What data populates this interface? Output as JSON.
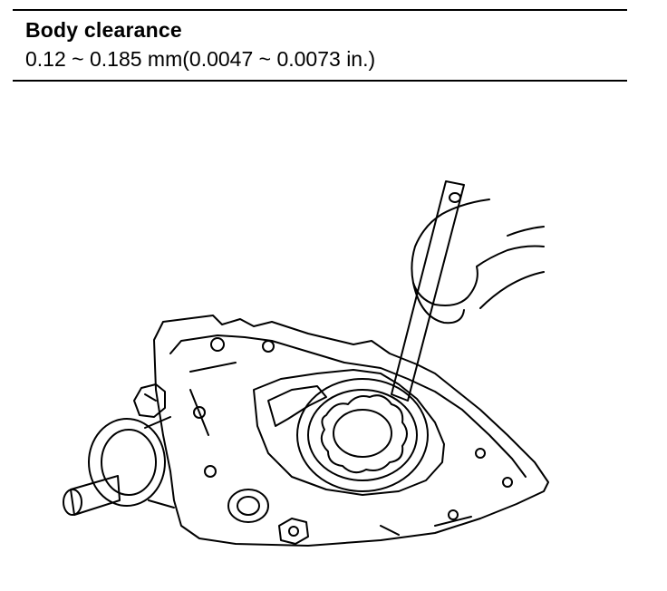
{
  "spec": {
    "title": "Body clearance",
    "value": "0.12 ~ 0.185 mm(0.0047 ~ 0.0073 in.)"
  },
  "illustration": {
    "subject": "oil-pump-feeler-gauge-measurement",
    "line_color": "#000000",
    "fill_color": "#ffffff"
  }
}
